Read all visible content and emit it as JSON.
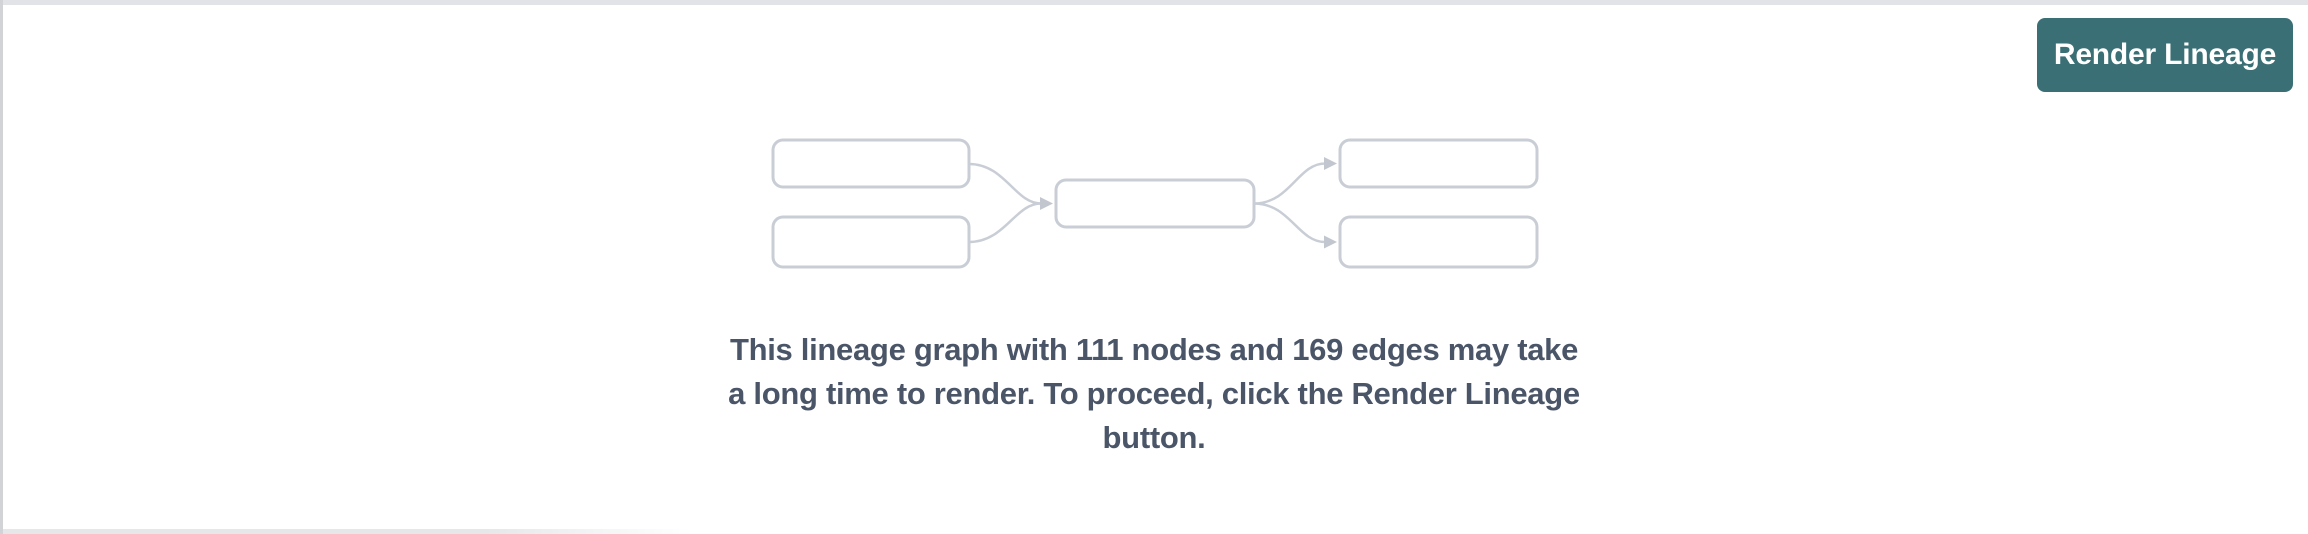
{
  "toolbar": {
    "render_button_label": "Render Lineage"
  },
  "placeholder_graphic": {
    "name": "lineage-graph-placeholder",
    "node_boxes": 5,
    "edge_arrows": 4
  },
  "message": {
    "full_text": "This lineage graph with 111 nodes and 169 edges may take a long time to render. To proceed, click the Render Lineage button.",
    "lines": [
      "This lineage graph with 111 nodes and 169 edges may take",
      "a long time to render. To proceed, click the Render Lineage",
      "button."
    ],
    "node_count": 111,
    "edge_count": 169
  },
  "colors": {
    "button_bg": "#396f75",
    "button_text": "#ffffff",
    "message_text": "#4a5568",
    "node_border": "#c9cdd5",
    "edge_stroke": "#c9ced6",
    "top_divider": "#e2e3e7",
    "left_divider": "#d2d3d7"
  }
}
